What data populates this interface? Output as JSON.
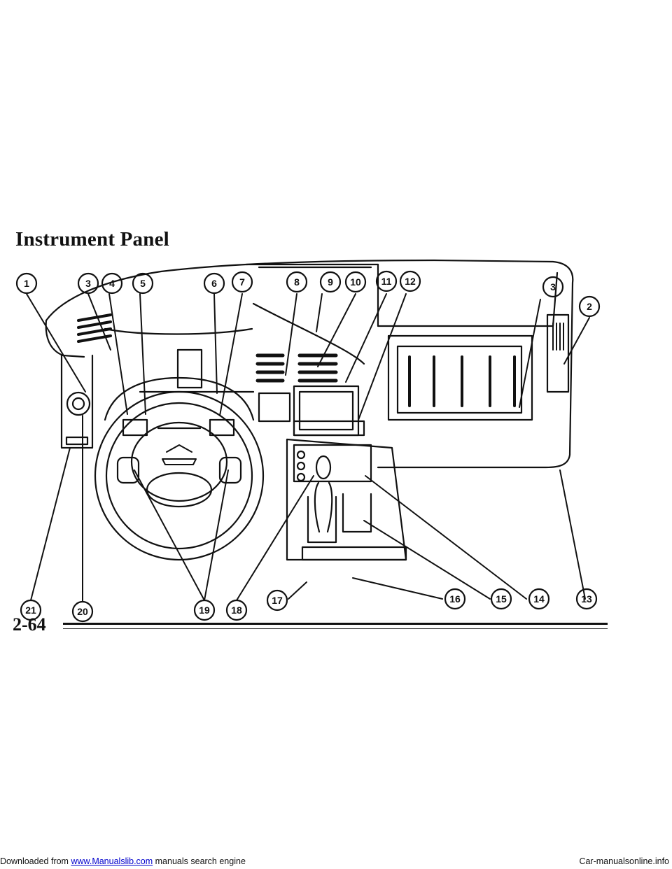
{
  "footer": {
    "prefix": "Downloaded from ",
    "link": "www.Manualslib.com",
    "suffix": " manuals search engine",
    "right": "Car-manualsonline.info"
  },
  "title": "Instrument Panel",
  "page_number": "2-64",
  "callouts": [
    "1",
    "3",
    "4",
    "5",
    "6",
    "7",
    "8",
    "9",
    "10",
    "11",
    "12",
    "3",
    "2",
    "21",
    "20",
    "19",
    "18",
    "17",
    "16",
    "15",
    "14",
    "13"
  ]
}
